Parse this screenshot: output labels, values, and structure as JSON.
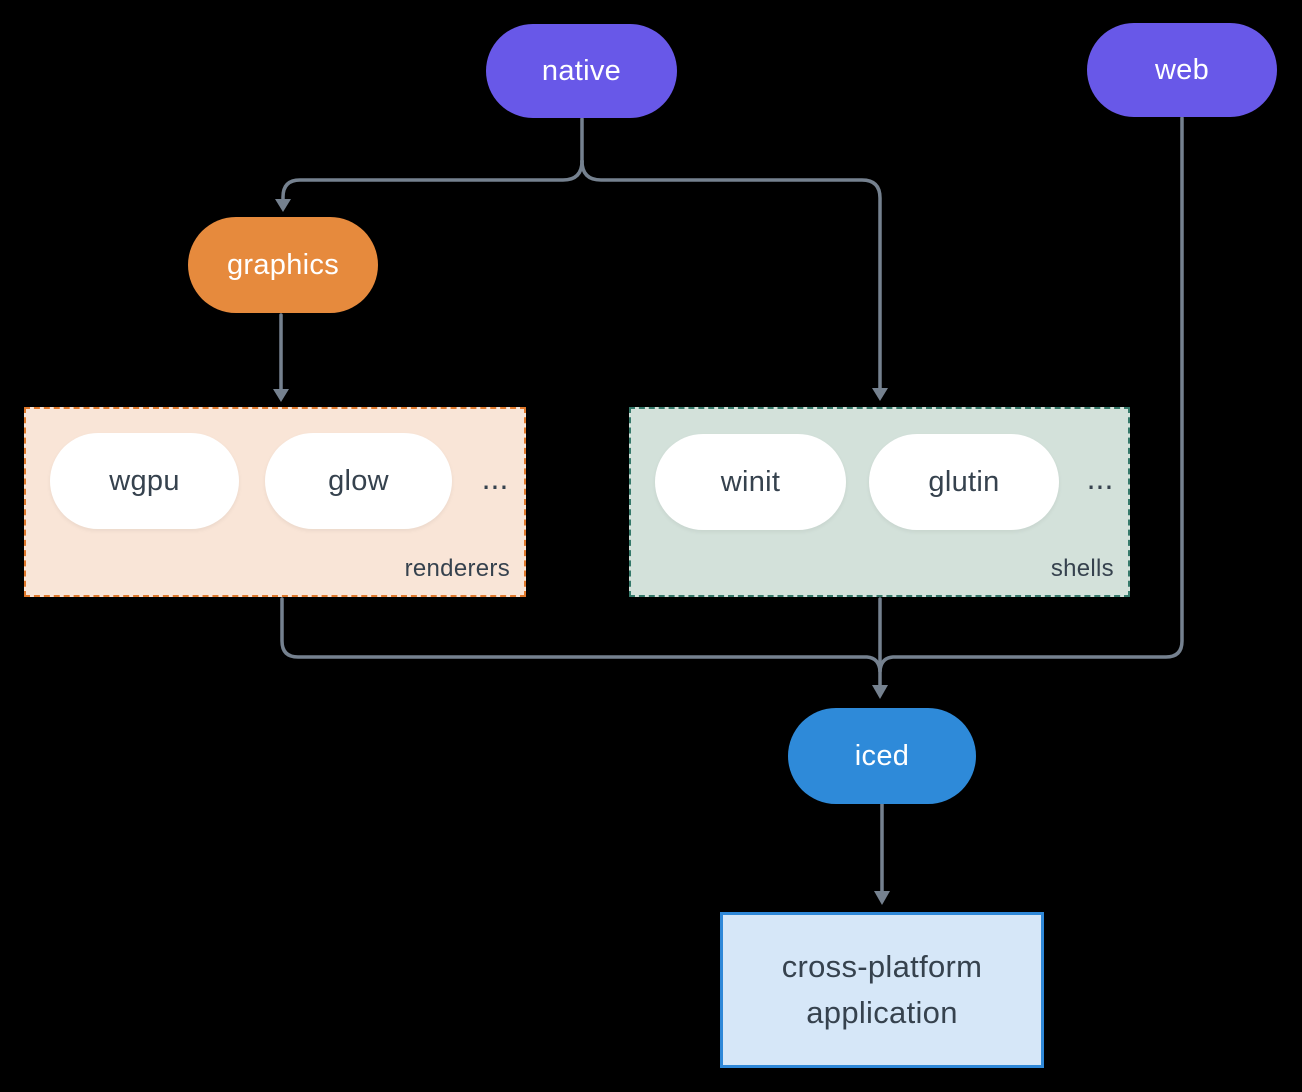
{
  "colors": {
    "node_purple": "#6858e8",
    "node_orange": "#e68a3d",
    "node_blue": "#2e8ad9",
    "renderers_fill": "#f9e5d7",
    "renderers_border": "#e0792c",
    "shells_fill": "#d3e1da",
    "shells_border": "#35796a",
    "app_fill": "#d6e7f8",
    "app_border": "#2f88d8",
    "pill_fill": "#ffffff",
    "connector": "#75818f",
    "text_light": "#ffffff",
    "text_dark": "#36424e",
    "background": "#000000"
  },
  "nodes": {
    "native": "native",
    "web": "web",
    "graphics": "graphics",
    "iced": "iced"
  },
  "groups": {
    "renderers": {
      "label": "renderers",
      "items": [
        "wgpu",
        "glow"
      ],
      "ellipsis": "..."
    },
    "shells": {
      "label": "shells",
      "items": [
        "winit",
        "glutin"
      ],
      "ellipsis": "..."
    }
  },
  "application": {
    "line1": "cross-platform",
    "line2": "application"
  }
}
